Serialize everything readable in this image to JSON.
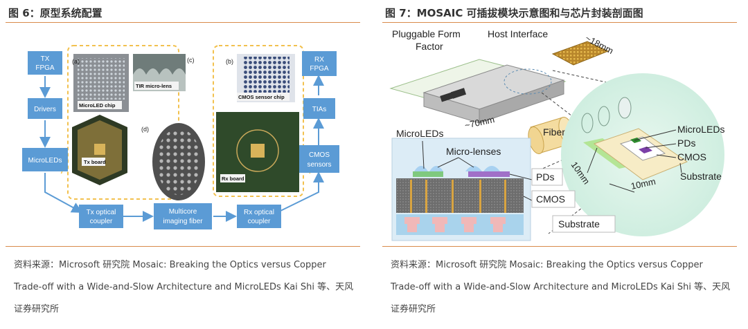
{
  "left": {
    "title": "图 6：原型系统配置",
    "blocks": {
      "tx_fpga": [
        "TX",
        "FPGA"
      ],
      "drivers": "Drivers",
      "microleds": "MicroLEDs",
      "tx_coupler": [
        "Tx optical",
        "coupler"
      ],
      "fiber": [
        "Multicore",
        "imaging fiber"
      ],
      "rx_coupler": [
        "Rx optical",
        "coupler"
      ],
      "cmos": [
        "CMOS",
        "sensors"
      ],
      "tias": "TIAs",
      "rx_fpga": [
        "RX",
        "FPGA"
      ]
    },
    "photo_labels": {
      "a": "(a)",
      "b": "(b)",
      "c": "(c)",
      "d": "(d)",
      "microled_chip": "MicroLED chip",
      "tir": "TIR micro-lens",
      "tx_board": "Tx board",
      "cmos_chip": "CMOS sensor chip",
      "rx_board": "Rx board"
    },
    "source": [
      "资料来源：Microsoft 研究院 Mosaic: Breaking the Optics versus Copper",
      "Trade-off with a Wide-and-Slow Architecture and MicroLEDs Kai Shi 等、天风",
      "证券研究所"
    ]
  },
  "right": {
    "title": "图 7：MOSAIC 可插拔模块示意图和与芯片封装剖面图",
    "labels": {
      "pluggable": [
        "Pluggable Form",
        "Factor"
      ],
      "host": "Host Interface",
      "dim18": "~18mm",
      "dim70": "~70mm",
      "fiber": "Fiber",
      "microleds_r": "MicroLEDs",
      "pds_r": "PDs",
      "cmos_r": "CMOS",
      "substrate_r": "Substrate",
      "dim10a": "10mm",
      "dim10b": "10mm",
      "microleds_l": "MicroLEDs",
      "microlenses": "Micro-lenses",
      "pds_l": "PDs",
      "cmos_l": "CMOS",
      "substrate_l": "Substrate"
    },
    "source": [
      "资料来源：Microsoft 研究院 Mosaic: Breaking the Optics versus Copper",
      "Trade-off with a Wide-and-Slow Architecture and MicroLEDs Kai Shi 等、天风",
      "证券研究所"
    ]
  }
}
